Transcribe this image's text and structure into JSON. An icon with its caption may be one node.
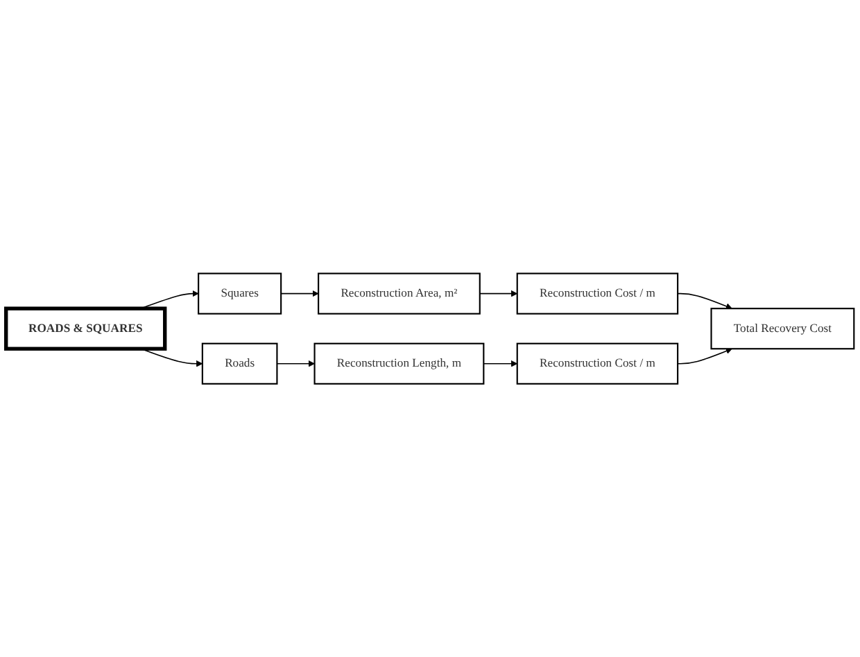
{
  "diagram": {
    "nodes": [
      {
        "text": [
          "ROADS & SQUARES"
        ]
      },
      {
        "text": [
          "Squares"
        ]
      },
      {
        "text": [
          "Reconstruction Area, m²"
        ]
      },
      {
        "text": [
          "Reconstruction Cost / m"
        ]
      },
      {
        "text": [
          "Roads"
        ]
      },
      {
        "text": [
          "Reconstruction Length, m"
        ]
      },
      {
        "text": [
          "Reconstruction Cost / m"
        ]
      },
      {
        "text": [
          "Total Recovery Cost"
        ]
      }
    ],
    "edges": [
      {
        "from": 0,
        "to": 1,
        "arrow": "to"
      },
      {
        "from": 1,
        "to": 2,
        "arrow": "to"
      },
      {
        "from": 2,
        "to": 3,
        "arrow": "to"
      },
      {
        "from": 3,
        "to": 7,
        "arrow": "to"
      },
      {
        "from": 0,
        "to": 4,
        "arrow": "to"
      },
      {
        "from": 4,
        "to": 5,
        "arrow": "to"
      },
      {
        "from": 5,
        "to": 6,
        "arrow": "to"
      },
      {
        "from": 6,
        "to": 7,
        "arrow": "to"
      }
    ]
  }
}
